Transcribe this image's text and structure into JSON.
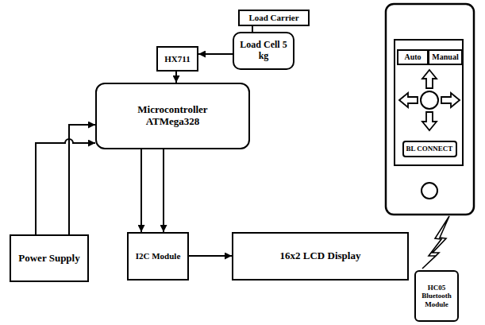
{
  "diagram": {
    "nodes": [
      {
        "text": [
          "Load Carrier"
        ]
      },
      {
        "text": [
          "Load Cell 5 kg"
        ]
      },
      {
        "text": [
          "HX711"
        ]
      },
      {
        "text": [
          "Auto"
        ]
      },
      {
        "text": [
          "Manual"
        ]
      },
      {
        "text": [
          "Microcontroller ATMega328"
        ]
      },
      {
        "text": [
          "BL CONNECT"
        ]
      },
      {
        "text": [
          "Power Supply"
        ]
      },
      {
        "text": [
          "I2C Module"
        ]
      },
      {
        "text": [
          "16x2 LCD Display"
        ]
      },
      {
        "text": [
          "HC05 Bluetooth Module"
        ]
      }
    ],
    "edges": [
      {
        "from": 0,
        "to": 1,
        "arrow": "none"
      },
      {
        "from": 1,
        "to": 2,
        "arrow": "to"
      },
      {
        "from": 2,
        "to": 5,
        "arrow": "to"
      },
      {
        "from": 7,
        "to": 5,
        "arrow": "to"
      },
      {
        "from": 7,
        "to": 5,
        "arrow": "to"
      },
      {
        "from": 5,
        "to": 8,
        "arrow": "to"
      },
      {
        "from": 5,
        "to": 8,
        "arrow": "to"
      },
      {
        "from": 8,
        "to": 9,
        "arrow": "to"
      }
    ]
  }
}
